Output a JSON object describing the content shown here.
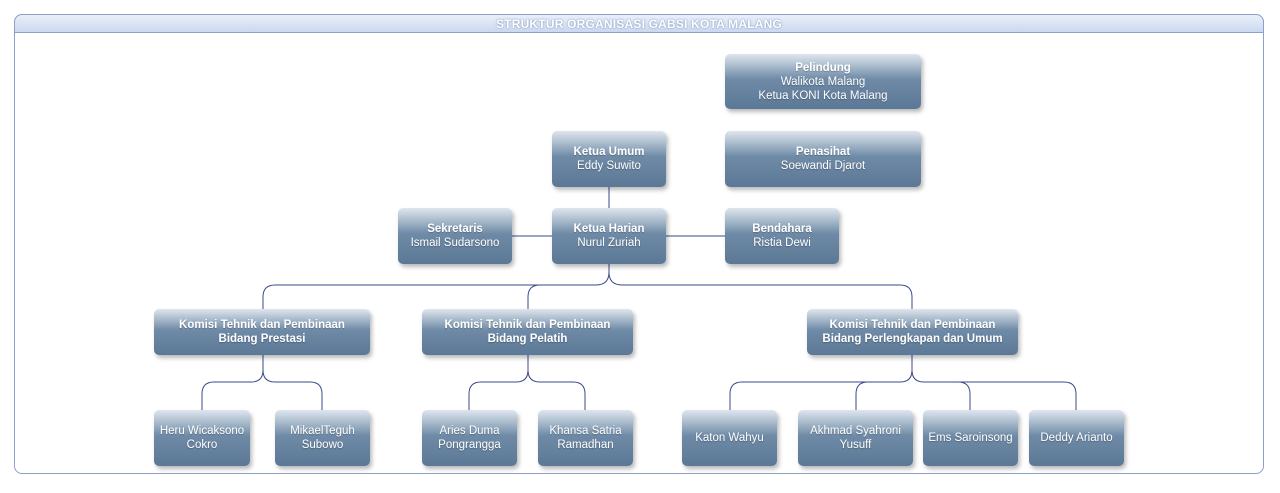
{
  "title": "STRUKTUR ORGANISASI GABSI KOTA MALANG",
  "nodes": {
    "pelindung": {
      "title": "Pelindung",
      "line1": "Walikota Malang",
      "line2": "Ketua KONI Kota Malang"
    },
    "ketua_umum": {
      "title": "Ketua Umum",
      "line1": "Eddy Suwito"
    },
    "penasihat": {
      "title": "Penasihat",
      "line1": "Soewandi Djarot"
    },
    "sekretaris": {
      "title": "Sekretaris",
      "line1": "Ismail Sudarsono"
    },
    "ketua_harian": {
      "title": "Ketua Harian",
      "line1": "Nurul Zuriah"
    },
    "bendahara": {
      "title": "Bendahara",
      "line1": "Ristia Dewi"
    },
    "komisi_prestasi": {
      "title": "Komisi Tehnik dan Pembinaan",
      "line1": "Bidang Prestasi"
    },
    "komisi_pelatih": {
      "title": "Komisi Tehnik dan Pembinaan",
      "line1": "Bidang Pelatih"
    },
    "komisi_umum": {
      "title": "Komisi Tehnik dan Pembinaan",
      "line1": "Bidang Perlengkapan dan Umum"
    },
    "heru": {
      "line1": "Heru Wicaksono",
      "line2": "Cokro"
    },
    "mikael": {
      "line1": "MikaelTeguh",
      "line2": "Subowo"
    },
    "aries": {
      "line1": "Aries Duma",
      "line2": "Pongrangga"
    },
    "khansa": {
      "line1": "Khansa Satria",
      "line2": "Ramadhan"
    },
    "katon": {
      "line1": "Katon Wahyu"
    },
    "akhmad": {
      "line1": "Akhmad Syahroni",
      "line2": "Yusuff"
    },
    "ems": {
      "line1": "Ems Saroinsong"
    },
    "deddy": {
      "line1": "Deddy Arianto"
    }
  }
}
